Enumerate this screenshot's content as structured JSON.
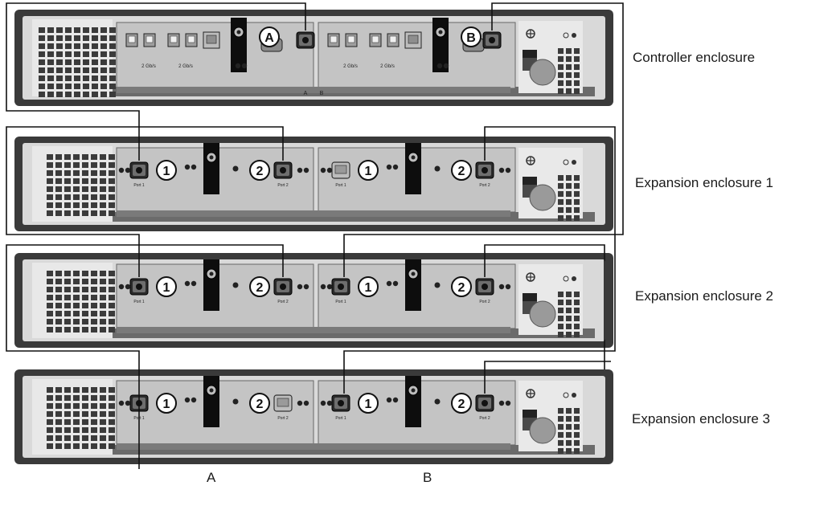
{
  "enclosures": [
    {
      "label": "Controller enclosure",
      "kind": "controller"
    },
    {
      "label": "Expansion enclosure 1",
      "kind": "expansion"
    },
    {
      "label": "Expansion enclosure 2",
      "kind": "expansion"
    },
    {
      "label": "Expansion enclosure 3",
      "kind": "expansion"
    }
  ],
  "cable_labels": {
    "a": "A",
    "b": "B"
  },
  "module_labels": {
    "a": "A",
    "b": "B"
  },
  "port_numbers": {
    "port1": "1",
    "port2": "2"
  },
  "port_captions": {
    "port1": "Port 1",
    "port2": "Port 2"
  },
  "slot_labels": {
    "a": "A",
    "b": "B"
  },
  "speed_caption": "2 Gb/s",
  "colors": {
    "cable": "#111111",
    "chassis": "#3a3a3a",
    "panel": "#a9a9a9",
    "module": "#c4c4c4"
  },
  "icons": [
    "fan-icon",
    "power-switch-icon",
    "ethernet-port-icon",
    "serial-port-icon",
    "fibre-channel-port-icon",
    "led-indicator-icon",
    "latch-handle-icon"
  ]
}
